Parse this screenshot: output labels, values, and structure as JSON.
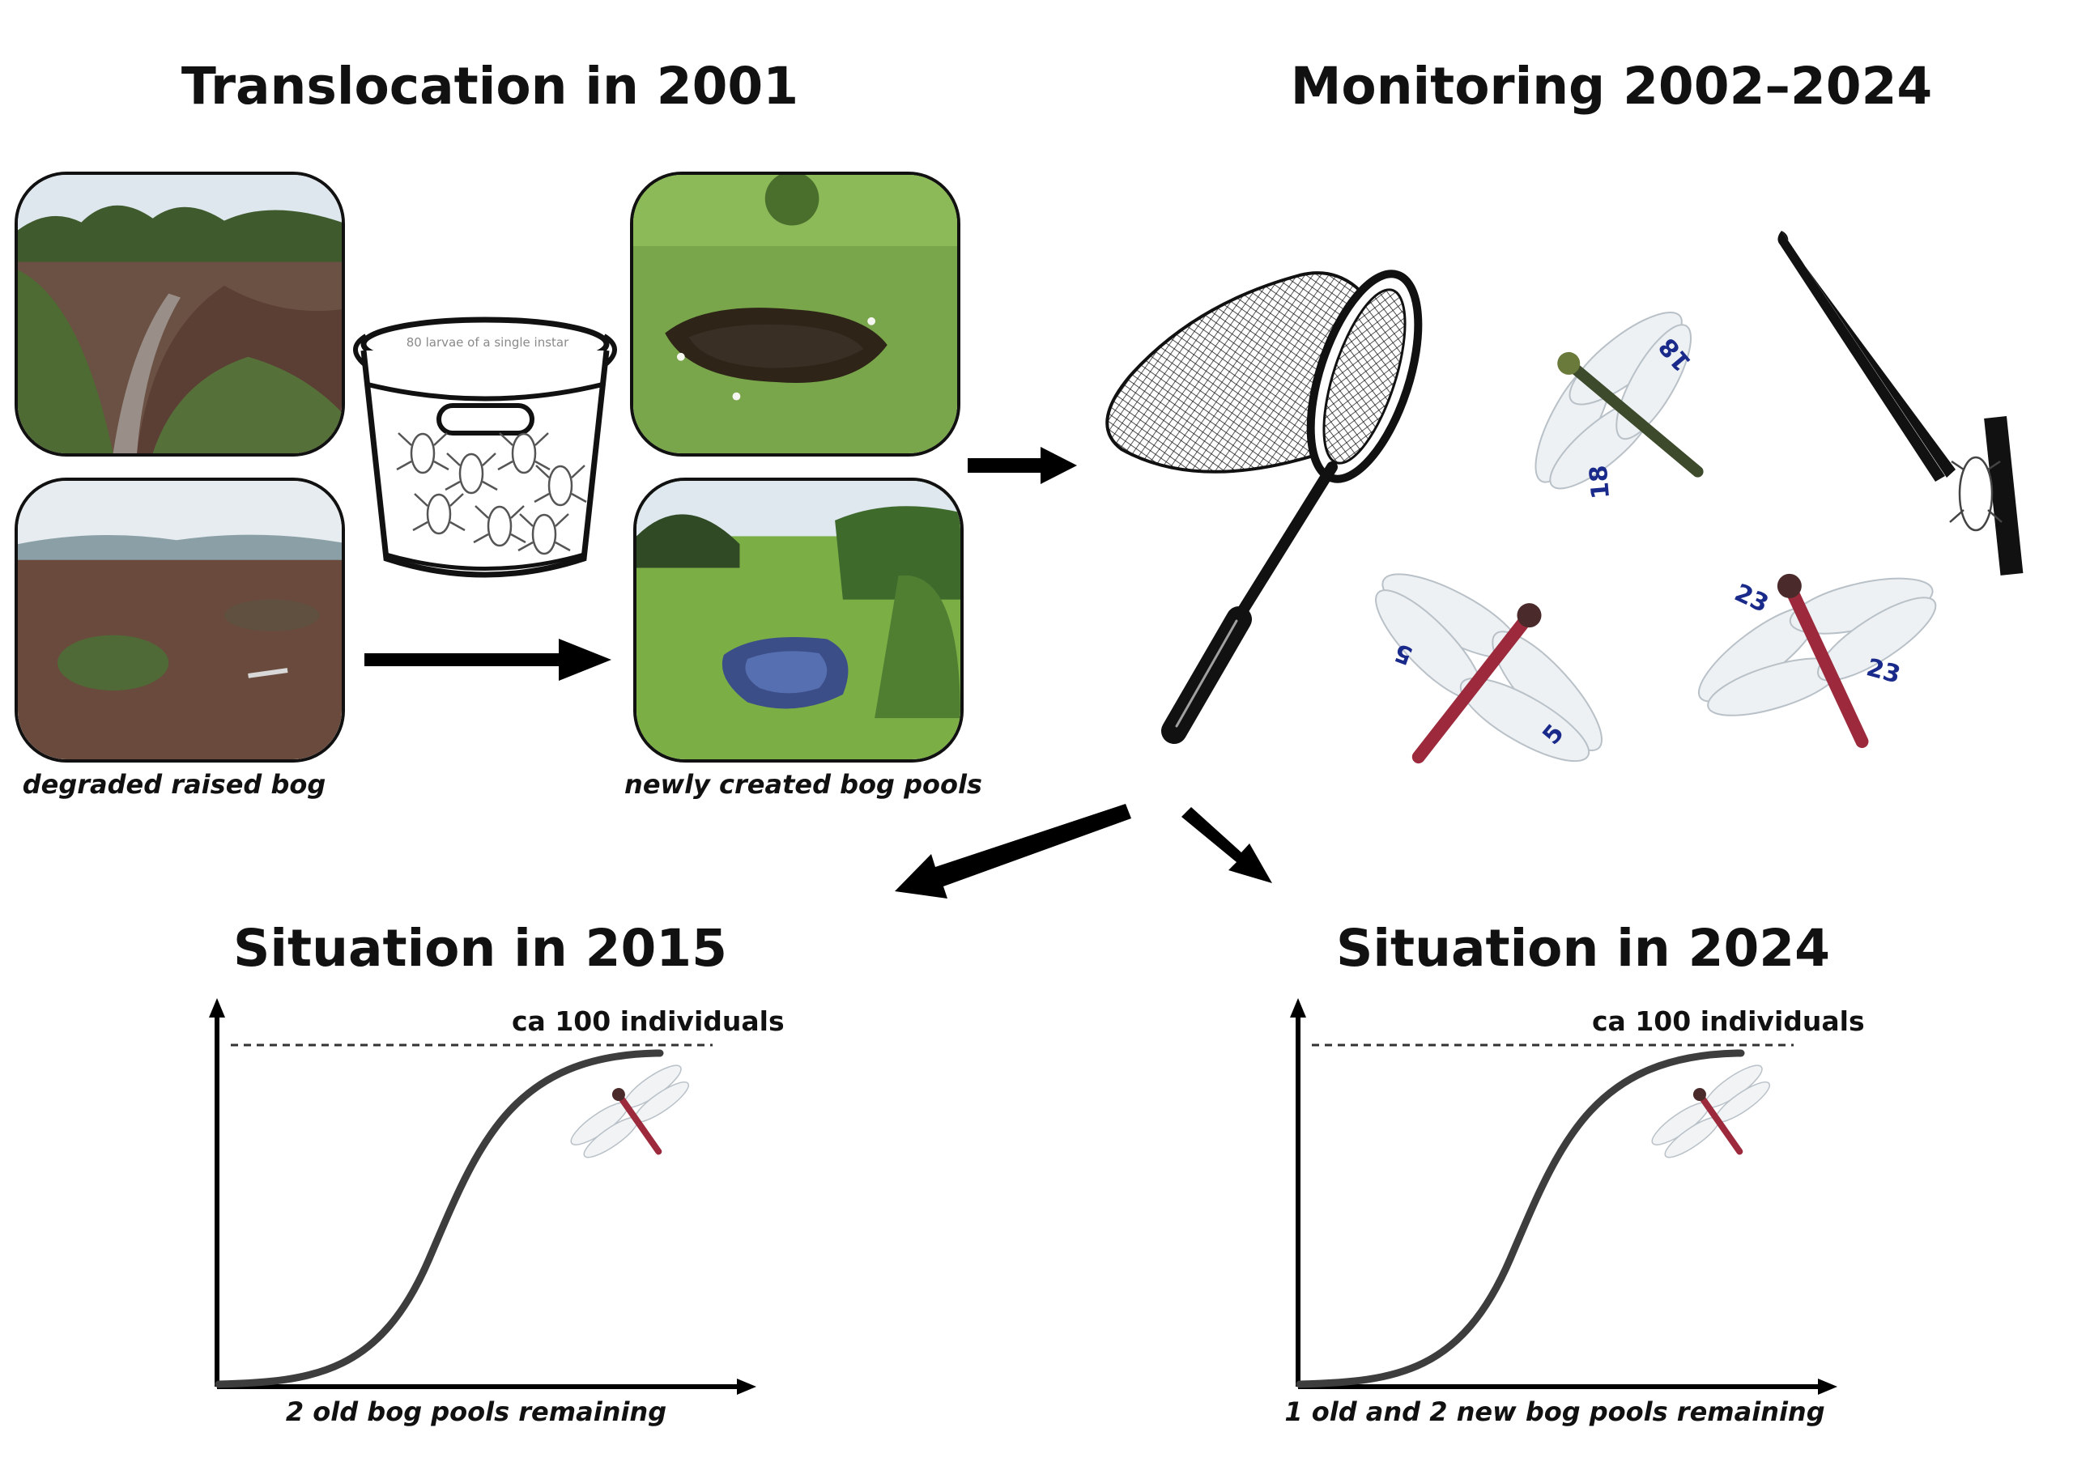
{
  "headings": {
    "translocation": "Translocation in 2001",
    "monitoring": "Monitoring 2002–2024",
    "situation_2015": "Situation in 2015",
    "situation_2024": "Situation in 2024"
  },
  "photo_captions": {
    "degraded": "degraded raised bog",
    "new_pools": "newly created bog pools"
  },
  "bucket": {
    "label": "80 larvae of a single instar"
  },
  "mark_numbers": {
    "n18": "18",
    "n5": "5",
    "n23": "23"
  },
  "graph_2015": {
    "level_label": "ca 100 individuals",
    "x_caption": "2 old bog pools remaining"
  },
  "graph_2024": {
    "level_label": "ca 100 individuals",
    "x_caption": "1 old and 2 new bog pools remaining"
  },
  "colors": {
    "arrow": "#000000",
    "curve": "#3d3d3d",
    "mark_text": "#1a2a8a",
    "dragonfly_body": "#9c2a3c"
  },
  "icons": [
    "bucket-icon",
    "larva-icon",
    "landing-net-icon",
    "dragonfly-icon",
    "forceps-icon",
    "arrow-icon"
  ]
}
